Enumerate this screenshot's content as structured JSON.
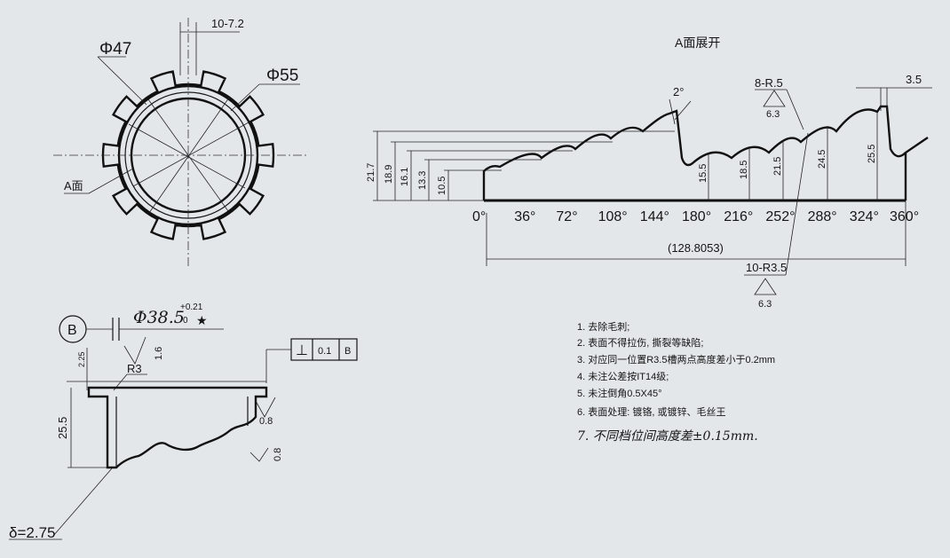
{
  "top_view": {
    "width_label": "10-7.2",
    "dia_inner": "Φ47",
    "dia_outer": "Φ55",
    "face_label": "A面"
  },
  "development": {
    "title": "A面展开",
    "angle_labels": [
      "0°",
      "36°",
      "72°",
      "108°",
      "144°",
      "180°",
      "216°",
      "252°",
      "288°",
      "324°",
      "360°"
    ],
    "left_heights": [
      "21.7",
      "18.9",
      "16.1",
      "13.3",
      "10.5"
    ],
    "right_heights": [
      "15.5",
      "18.5",
      "21.5",
      "24.5",
      "25.5"
    ],
    "total_length": "(128.8053)",
    "slot_width": "3.5",
    "draft_angle": "2°",
    "radius_top": "8-R.5",
    "roughness_top": "6.3",
    "radius_bottom": "10-R3.5",
    "roughness_bottom": "6.3"
  },
  "section": {
    "datum": "B",
    "dia": "Φ38.5",
    "dia_tol": "+0.21",
    "dia_tol2": "0",
    "star": "★",
    "thk_small": "1.6",
    "dim_225": "2.25",
    "radius": "R3",
    "height": "25.5",
    "gdt_symbol": "⊥",
    "gdt_value": "0.1",
    "gdt_datum": "B",
    "rough_1": "0.8",
    "rough_2": "0.8",
    "thickness": "δ=2.75"
  },
  "notes": [
    "1. 去除毛刺;",
    "2. 表面不得拉伤, 撕裂等缺陷;",
    "3. 对应同一位置R3.5槽两点高度差小于0.2mm",
    "4. 未注公差按IT14级;",
    "5. 未注倒角0.5X45°",
    "6. 表面处理: 镀铬, 或镀锌、毛丝王",
    "7. 不同档位间高度差±0.15mm."
  ]
}
